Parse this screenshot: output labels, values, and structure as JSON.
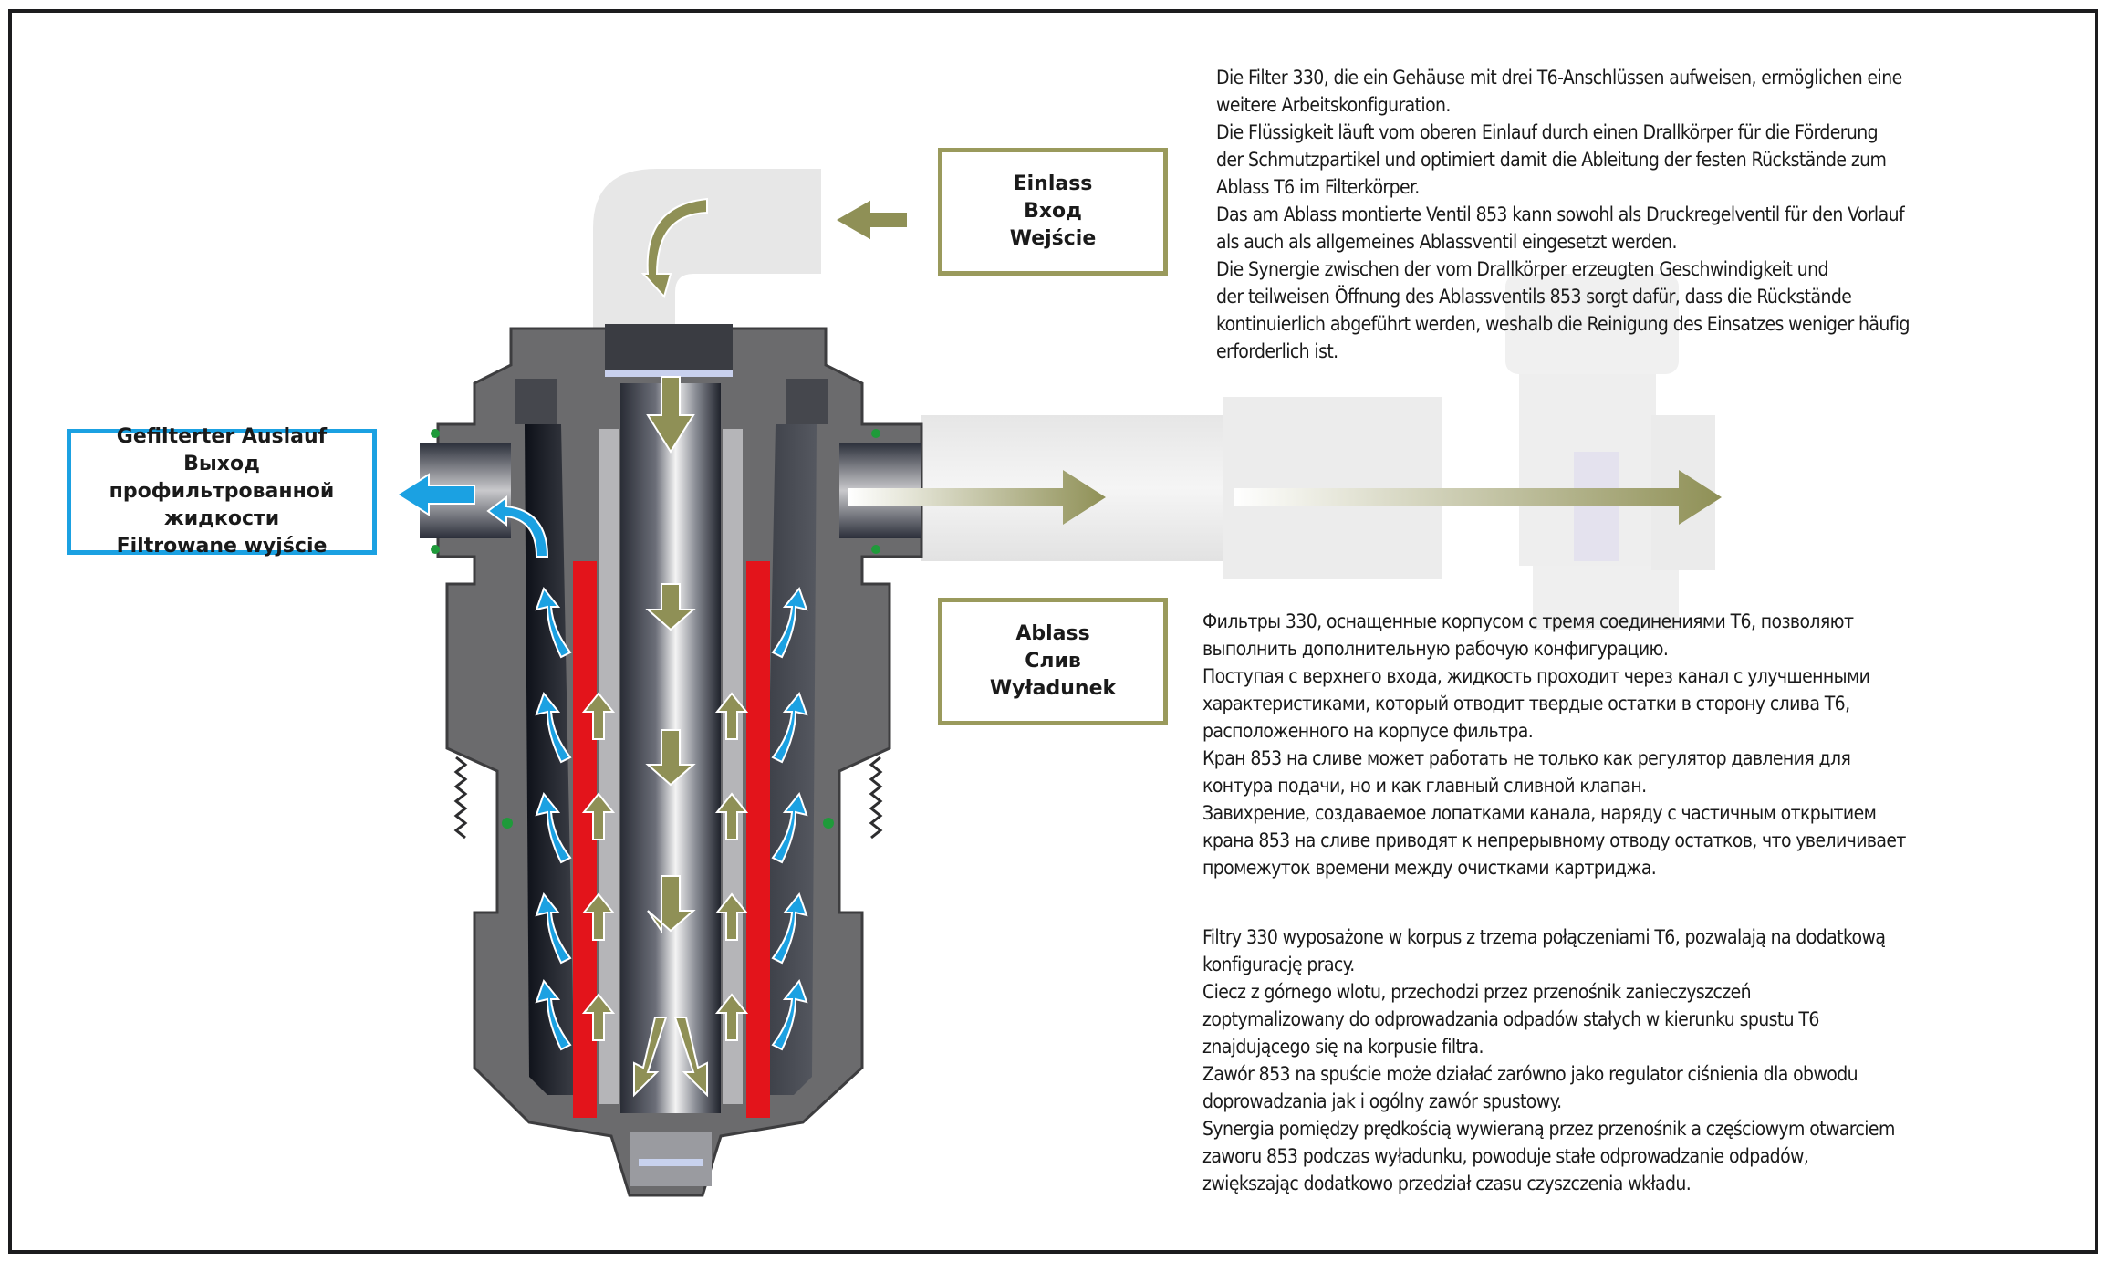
{
  "labels": {
    "inlet": [
      "Einlass",
      "Вход",
      "Wejście"
    ],
    "drain": [
      "Ablass",
      "Слив",
      "Wyładunek"
    ],
    "outlet": [
      "Gefilterter Auslauf",
      "Выход профильтрованной",
      "жидкости",
      "Filtrowane wyjście"
    ]
  },
  "descriptions": {
    "de": [
      "Die Filter 330, die ein Gehäuse mit drei T6-Anschlüssen aufweisen, ermöglichen eine",
      "weitere Arbeitskonfiguration.",
      "Die Flüssigkeit läuft vom oberen Einlauf durch einen Drallkörper für die Förderung",
      "der Schmutzpartikel und optimiert damit die Ableitung der festen Rückstände zum",
      "Ablass T6 im Filterkörper.",
      "Das am Ablass montierte Ventil 853 kann sowohl als Druckregelventil für den Vorlauf",
      "als auch als allgemeines Ablassventil eingesetzt werden.",
      "Die Synergie zwischen der vom Drallkörper erzeugten Geschwindigkeit und",
      "der teilweisen Öffnung des Ablassventils 853 sorgt dafür, dass die Rückstände",
      "kontinuierlich abgeführt werden, weshalb die Reinigung des Einsatzes weniger häufig",
      "erforderlich ist."
    ],
    "ru": [
      "Фильтры 330, оснащенные корпусом с тремя соединениями Т6, позволяют",
      "выполнить дополнительную рабочую конфигурацию.",
      "Поступая с верхнего входа, жидкость проходит через канал с улучшенными",
      "характеристиками, который отводит твердые остатки в сторону слива Т6,",
      "расположенного на корпусе фильтра.",
      "Кран 853 на сливе может работать не только как регулятор давления для",
      "контура подачи, но и как главный сливной клапан.",
      "Завихрение, создаваемое лопатками канала, наряду с частичным открытием",
      "крана 853 на сливе приводят к непрерывному отводу остатков, что увеличивает",
      "промежуток времени между очистками картриджа."
    ],
    "pl": [
      "Filtry 330 wyposażone w korpus z trzema połączeniami T6, pozwalają na dodatkową",
      "konfigurację pracy.",
      "Ciecz z górnego wlotu, przechodzi przez przenośnik zanieczyszczeń",
      "zoptymalizowany do odprowadzania odpadów stałych w kierunku spustu T6",
      "znajdującego się na korpusie filtra.",
      "Zawór 853 na spuście może działać zarówno jako regulator ciśnienia dla obwodu",
      "doprowadzania jak i ogólny zawór spustowy.",
      "Synergia pomiędzy prędkością wywieraną przez przenośnik a częściowym otwarciem",
      "zaworu 853 podczas wyładunku, powoduje stałe odprowadzanie odpadów,",
      "zwiększając dodatkowo przedział czasu czyszczenia wkładu."
    ]
  },
  "colors": {
    "olive": "#9a9a5c",
    "blue": "#1ba1e2",
    "red": "#e3141b",
    "housing": "#6b6b6b",
    "frame": "#1c1c1e"
  },
  "icons": {
    "flow_in": "olive-arrow-icon",
    "flow_filtered": "blue-arrow-icon"
  }
}
